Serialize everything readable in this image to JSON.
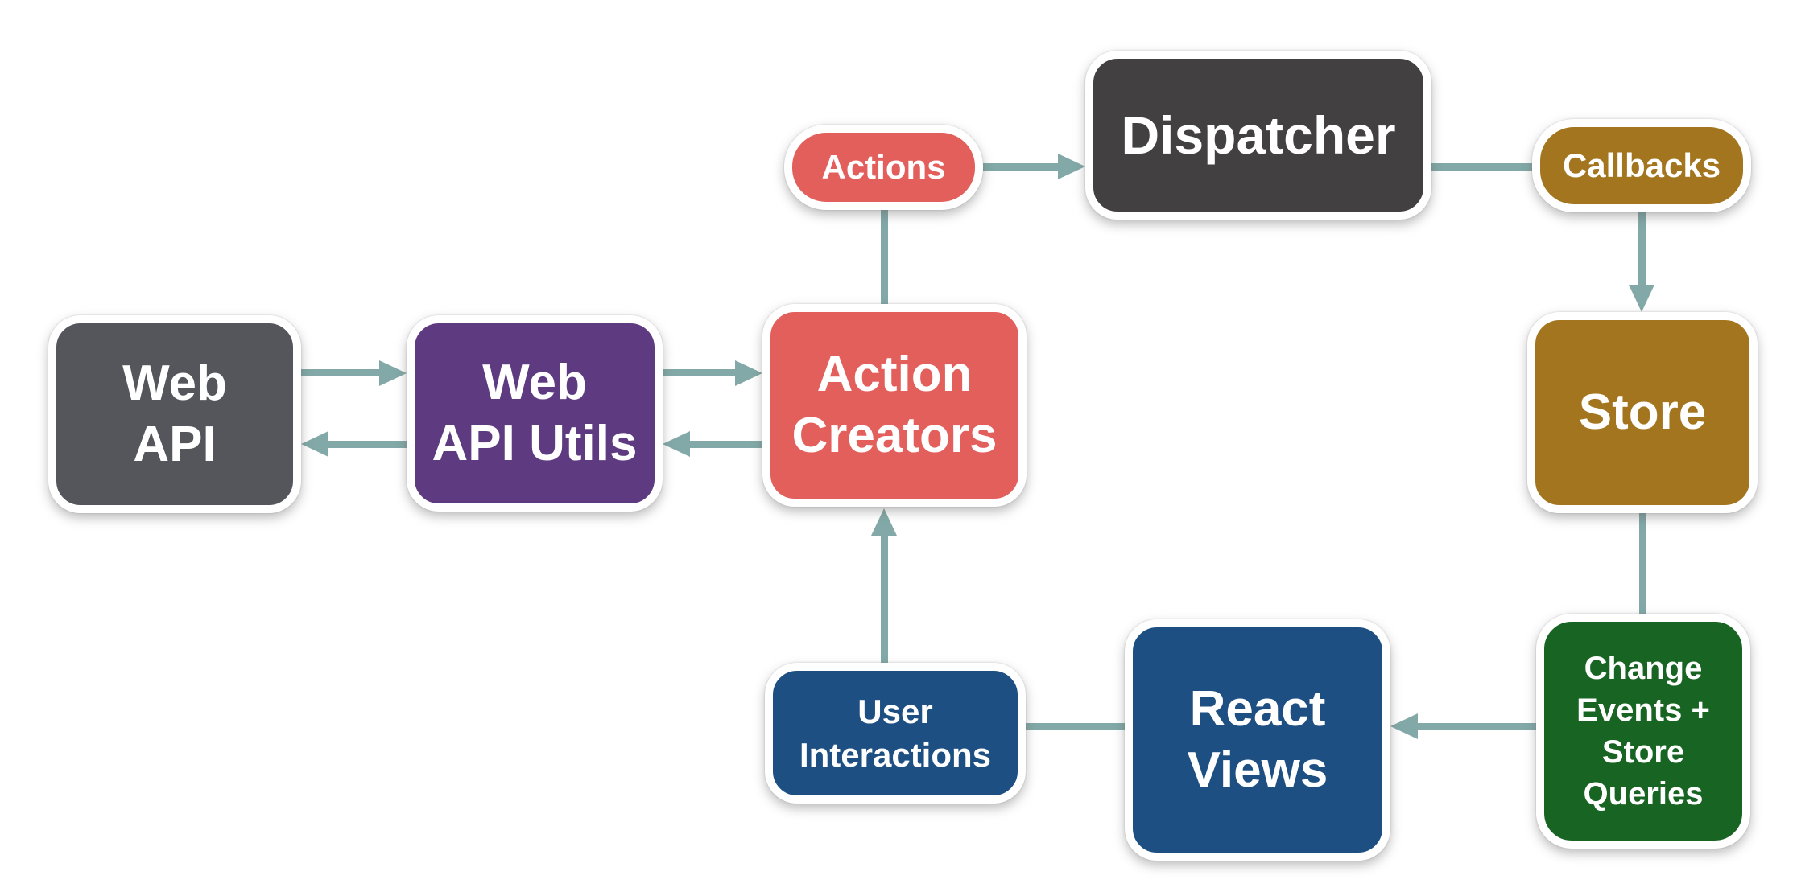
{
  "diagram_type": "flow-diagram",
  "colors": {
    "background": "#ffffff",
    "connector": "#82a9a7",
    "node_border": "#ffffff",
    "node_text": "#ffffff",
    "gray": "#54565c",
    "purple": "#5e3a80",
    "coral": "#e35f5c",
    "dark_gray": "#434041",
    "gold": "#a3751e",
    "green": "#176423",
    "blue": "#1e4f82"
  },
  "nodes": {
    "web_api": {
      "label": "Web API",
      "lines": [
        "Web",
        "API"
      ],
      "color": "#54565c"
    },
    "web_api_utils": {
      "label": "Web API Utils",
      "lines": [
        "Web",
        "API Utils"
      ],
      "color": "#5e3a80"
    },
    "action_creators": {
      "label": "Action Creators",
      "lines": [
        "Action",
        "Creators"
      ],
      "color": "#e35f5c"
    },
    "actions": {
      "label": "Actions",
      "lines": [
        "Actions"
      ],
      "color": "#e35f5c"
    },
    "dispatcher": {
      "label": "Dispatcher",
      "lines": [
        "Dispatcher"
      ],
      "color": "#434041"
    },
    "callbacks": {
      "label": "Callbacks",
      "lines": [
        "Callbacks"
      ],
      "color": "#a3751e"
    },
    "store": {
      "label": "Store",
      "lines": [
        "Store"
      ],
      "color": "#a3751e"
    },
    "change_events": {
      "label": "Change Events + Store Queries",
      "lines": [
        "Change",
        "Events +",
        "Store",
        "Queries"
      ],
      "color": "#176423"
    },
    "react_views": {
      "label": "React Views",
      "lines": [
        "React",
        "Views"
      ],
      "color": "#1e4f82"
    },
    "user_interactions": {
      "label": "User Interactions",
      "lines": [
        "User",
        "Interactions"
      ],
      "color": "#1e4f82"
    }
  },
  "edges": [
    {
      "from": "web_api",
      "to": "web_api_utils",
      "arrowhead": true
    },
    {
      "from": "web_api_utils",
      "to": "web_api",
      "arrowhead": true
    },
    {
      "from": "web_api_utils",
      "to": "action_creators",
      "arrowhead": true
    },
    {
      "from": "action_creators",
      "to": "web_api_utils",
      "arrowhead": true
    },
    {
      "from": "action_creators",
      "to": "actions",
      "arrowhead": false
    },
    {
      "from": "actions",
      "to": "dispatcher",
      "arrowhead": true
    },
    {
      "from": "dispatcher",
      "to": "callbacks",
      "arrowhead": false
    },
    {
      "from": "callbacks",
      "to": "store",
      "arrowhead": true
    },
    {
      "from": "store",
      "to": "change_events",
      "arrowhead": false
    },
    {
      "from": "change_events",
      "to": "react_views",
      "arrowhead": true
    },
    {
      "from": "react_views",
      "to": "user_interactions",
      "arrowhead": false
    },
    {
      "from": "user_interactions",
      "to": "action_creators",
      "arrowhead": true
    }
  ]
}
